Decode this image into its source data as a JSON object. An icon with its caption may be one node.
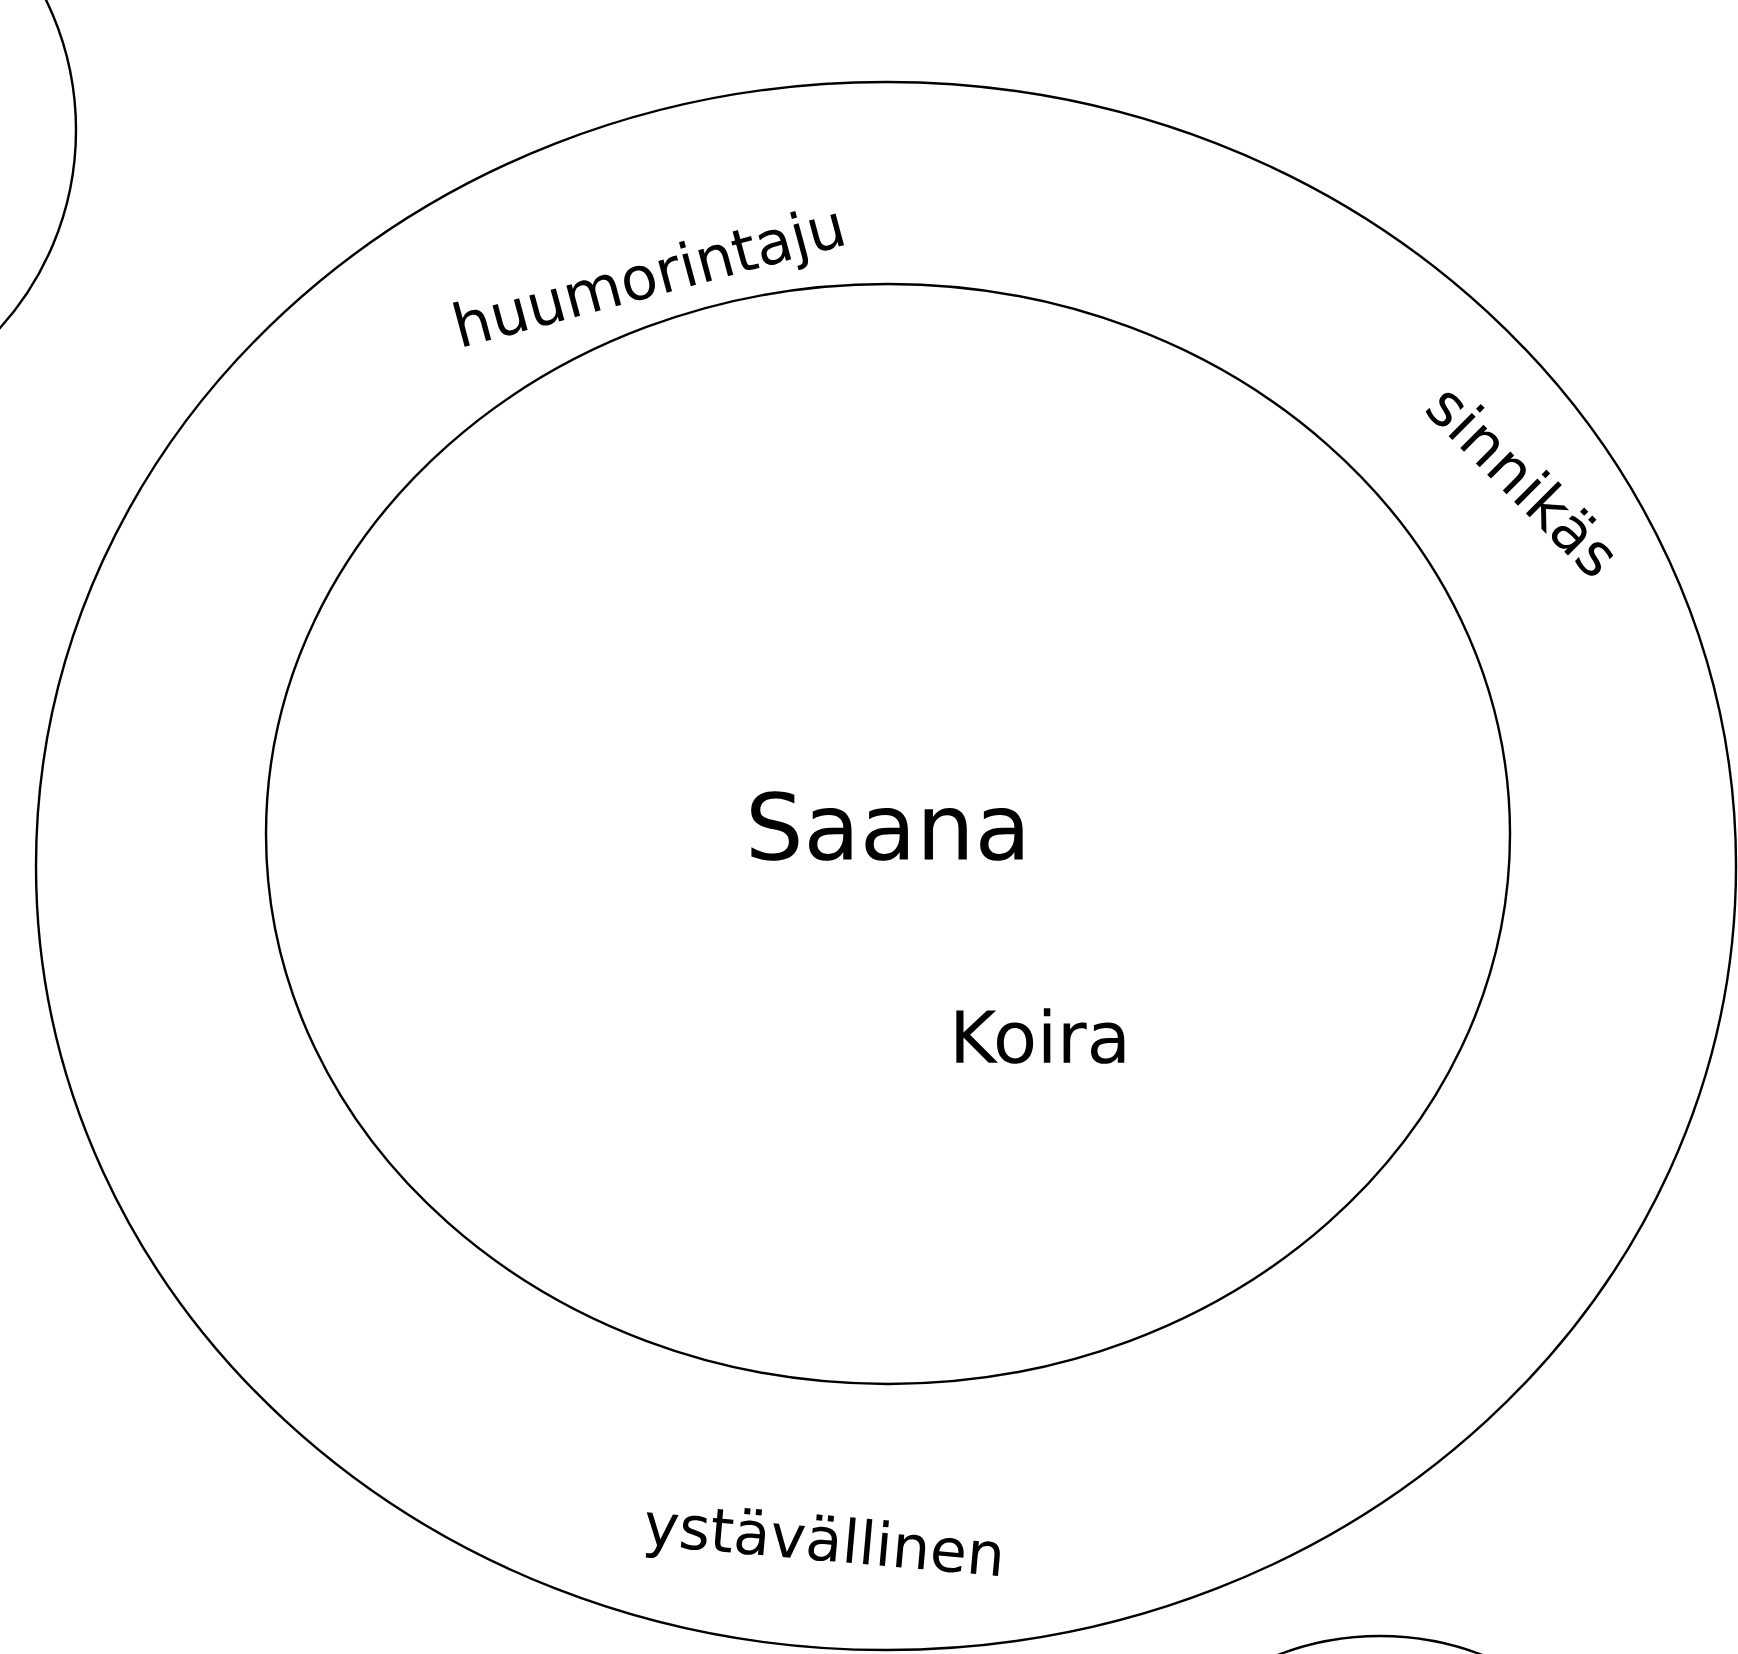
{
  "diagram": {
    "nodes": [
      {
        "text": [],
        "shape": "circle"
      },
      {
        "text": [
          "huumorintaju",
          "sinnikäs",
          "ystävällinen"
        ]
      },
      {
        "text": [
          "Saana",
          "Koira"
        ],
        "in": 1
      },
      {
        "text": [],
        "shape": "circle"
      }
    ]
  }
}
